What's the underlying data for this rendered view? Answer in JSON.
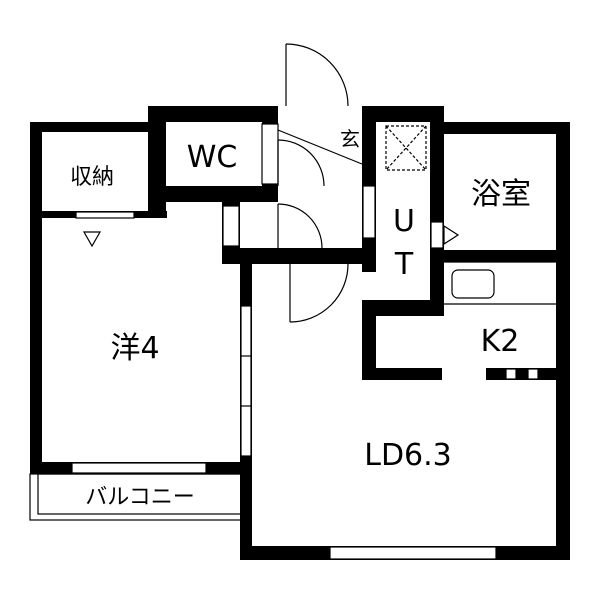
{
  "rooms": {
    "wc": "WC",
    "genkan": "玄",
    "storage": "収納",
    "bath": "浴室",
    "utility_u": "U",
    "utility_t": "T",
    "western": "洋4",
    "kitchen": "K2",
    "living": "LD6.3",
    "balcony": "バルコニー"
  }
}
